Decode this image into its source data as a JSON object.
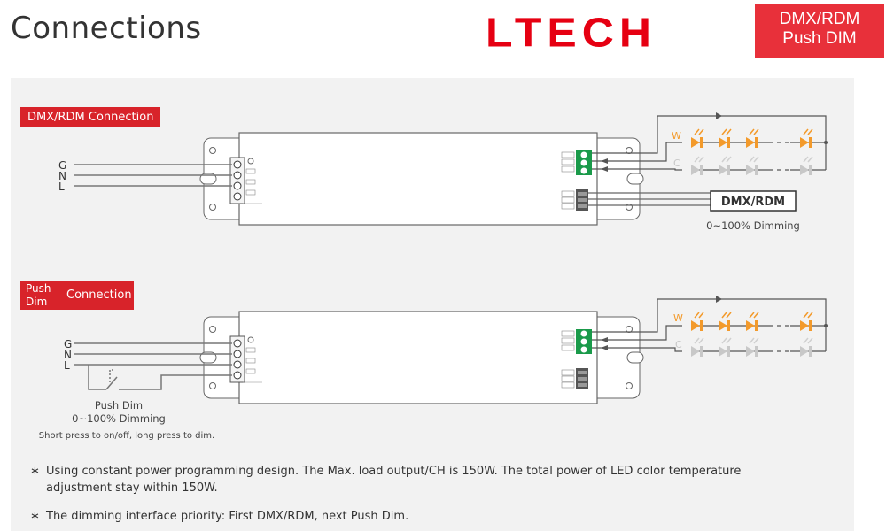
{
  "header": {
    "title": "Connections",
    "logo_text": "LTECH",
    "badge_line1": "DMX/RDM",
    "badge_line2": "Push DIM"
  },
  "section1": {
    "tag": "DMX/RDM Connection",
    "input_labels": [
      "G",
      "N",
      "L"
    ],
    "led_w": "W",
    "led_c": "C",
    "dmx_box": "DMX/RDM",
    "dimming": "0~100% Dimming"
  },
  "section2": {
    "tag_line1": "Push",
    "tag_line2": "Dim",
    "tag_word": "Connection",
    "input_labels": [
      "G",
      "N",
      "L"
    ],
    "led_w": "W",
    "led_c": "C",
    "push_dim_label": "Push Dim",
    "dimming": "0~100% Dimming",
    "usage": "Short press to on/off, long press to dim."
  },
  "notes": {
    "note1_line1": "Using constant power programming design. The Max. load output/CH is 150W. The total power of LED color temperature",
    "note1_line2": "adjustment stay within 150W.",
    "note2": "The dimming interface priority: First DMX/RDM, next Push Dim.",
    "bullet": "∗"
  },
  "colors": {
    "brand_red": "#e60012",
    "tag_red": "#d8232a",
    "terminal_green": "#1a9a4a",
    "led_warm": "#f39a2b",
    "led_cold": "#c8c8c8"
  }
}
